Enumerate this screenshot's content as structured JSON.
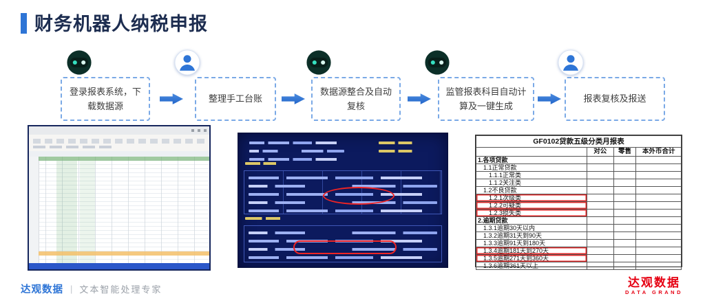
{
  "slide": {
    "title": "财务机器人纳税申报"
  },
  "flow": {
    "steps": [
      {
        "label": "登录报表系统，下载数据源",
        "icon": "robot-icon"
      },
      {
        "label": "整理手工台账",
        "icon": "person-icon"
      },
      {
        "label": "数据源整合及自动复核",
        "icon": "robot-icon"
      },
      {
        "label": "监管报表科目自动计算及一键生成",
        "icon": "robot-icon"
      },
      {
        "label": "报表复核及报送",
        "icon": "person-icon"
      }
    ]
  },
  "report_table": {
    "title": "GF0102贷款五级分类月报表",
    "columns": [
      "对公",
      "零售",
      "本外币合计"
    ],
    "rows": [
      {
        "label": "1.各项贷款",
        "indent": 0,
        "highlight": false
      },
      {
        "label": "1.1正常贷款",
        "indent": 1,
        "highlight": false
      },
      {
        "label": "1.1.1正常类",
        "indent": 2,
        "highlight": false
      },
      {
        "label": "1.1.2关注类",
        "indent": 2,
        "highlight": false
      },
      {
        "label": "1.2不良贷款",
        "indent": 1,
        "highlight": false
      },
      {
        "label": "1.2.1次级类",
        "indent": 2,
        "highlight": true
      },
      {
        "label": "1.2.2可疑类",
        "indent": 2,
        "highlight": true
      },
      {
        "label": "1.2.3损失类",
        "indent": 2,
        "highlight": true
      },
      {
        "label": "2.逾期贷款",
        "indent": 0,
        "highlight": false
      },
      {
        "label": "1.3.1逾期30天以内",
        "indent": 1,
        "highlight": false
      },
      {
        "label": "1.3.2逾期31天到90天",
        "indent": 1,
        "highlight": false
      },
      {
        "label": "1.3.3逾期91天到180天",
        "indent": 1,
        "highlight": false
      },
      {
        "label": "1.3.4逾期181天到270天",
        "indent": 1,
        "highlight": true
      },
      {
        "label": "1.3.5逾期271天到360天",
        "indent": 1,
        "highlight": true
      },
      {
        "label": "1.3.6逾期361天以上",
        "indent": 1,
        "highlight": false
      }
    ]
  },
  "footer": {
    "brand": "达观数据",
    "divider": "|",
    "tagline": "文本智能处理专家",
    "logo_cn": "达观数据",
    "logo_en": "DATA GRAND"
  },
  "colors": {
    "accent_blue": "#2E75D6",
    "title_color": "#1D2D50",
    "brand_red": "#E60012",
    "annotation_red": "#E12B2B",
    "terminal_bg": "#0C1A5E"
  }
}
